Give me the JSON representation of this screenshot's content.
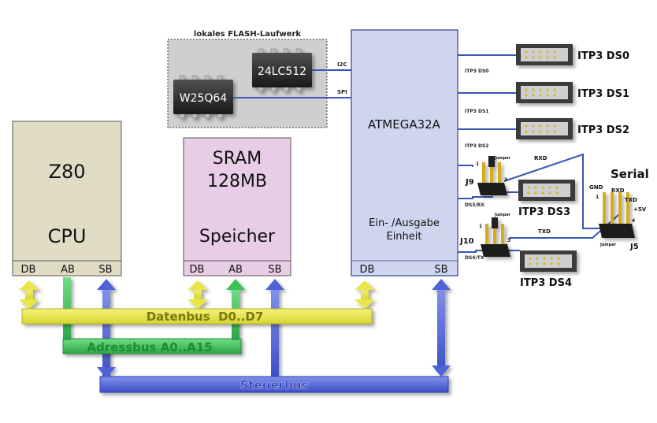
{
  "flash": {
    "title": "lokales FLASH-Laufwerk",
    "chip1": "24LC512",
    "chip2": "W25Q64",
    "i2c": "I2C",
    "spi": "SPI"
  },
  "cpu": {
    "line1": "Z80",
    "line2": "CPU",
    "db": "DB",
    "ab": "AB",
    "sb": "SB"
  },
  "sram": {
    "line1": "SRAM",
    "line2": "128MB",
    "line3": "Speicher",
    "db": "DB",
    "ab": "AB",
    "sb": "SB"
  },
  "mcu": {
    "title": "ATMEGA32A",
    "io1": "Ein- /Ausgabe",
    "io2": "Einheit",
    "db": "DB",
    "sb": "SB"
  },
  "connectors": {
    "ds0": "ITP3 DS0",
    "ds1": "ITP3 DS1",
    "ds2": "ITP3 DS2",
    "ds3": "ITP3 DS3",
    "ds4": "ITP3 DS4",
    "sig_ds0": "ITP3 DS0",
    "sig_ds1": "ITP3 DS1",
    "sig_ds2": "ITP3 DS2",
    "sig_ds3": "DS3/RX",
    "sig_ds4": "DS4/TX"
  },
  "jumpers": {
    "j9": "J9",
    "j10": "J10",
    "j5": "J5",
    "jumper": "Jumper",
    "rxd": "RXD",
    "txd": "TXD",
    "p1": "1",
    "p3": "3",
    "p4": "4"
  },
  "serial": {
    "title": "Serial",
    "gnd": "GND",
    "rxd": "RXD",
    "txd": "TXD",
    "v5": "+5V",
    "jumper": "Jumper"
  },
  "buses": {
    "data": "Datenbus  D0..D7",
    "addr": "Adressbus  A0..A15",
    "ctrl": "Steuerbus"
  },
  "colors": {
    "data_bus": "#e8e64a",
    "addr_bus": "#3cc25a",
    "ctrl_bus": "#4f63d6",
    "cpu_fill": "#e0dcc4",
    "sram_fill": "#e8cde6",
    "mcu_fill": "#cfd5ee"
  }
}
